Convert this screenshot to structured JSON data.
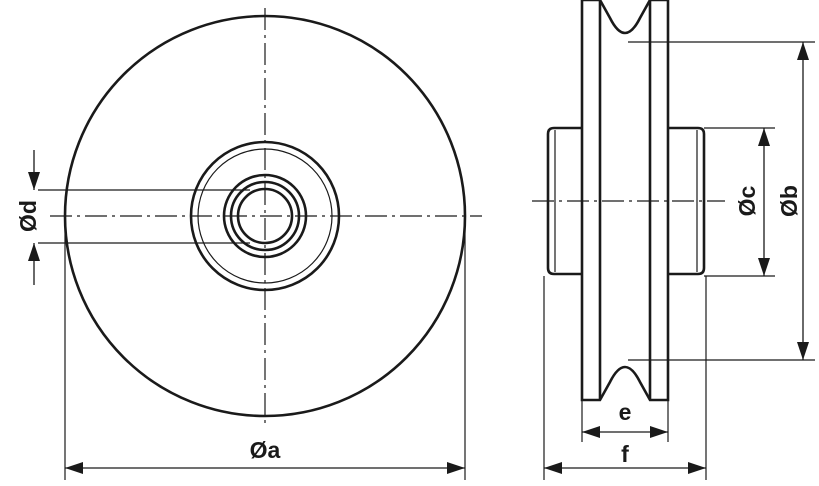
{
  "labels": {
    "dia_a": "Øa",
    "dia_b": "Øb",
    "dia_c": "Øc",
    "dia_d": "Ød",
    "width_e": "e",
    "width_f": "f"
  }
}
